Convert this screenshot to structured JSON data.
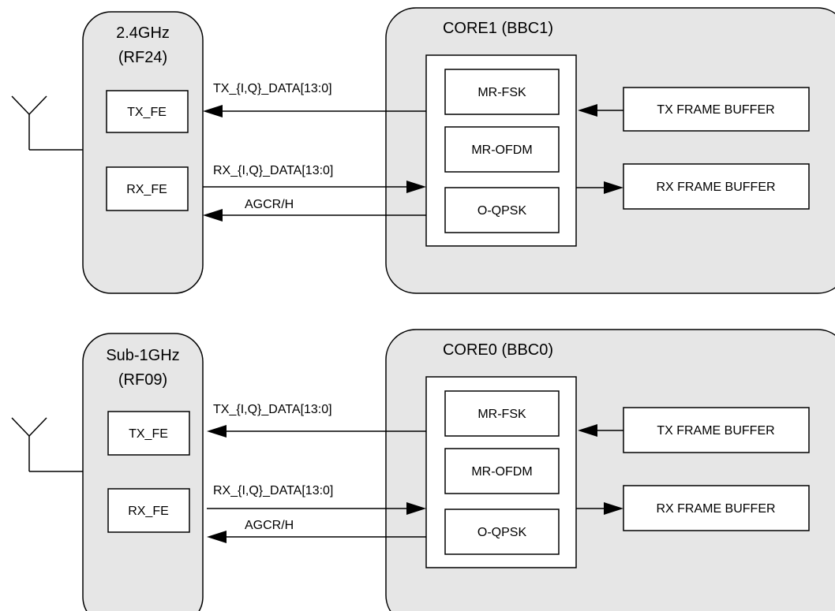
{
  "upper": {
    "rf_title_line1": "2.4GHz",
    "rf_title_line2": "(RF24)",
    "tx_fe": "TX_FE",
    "rx_fe": "RX_FE",
    "core_title": "CORE1 (BBC1)",
    "mr_fsk": "MR-FSK",
    "mr_ofdm": "MR-OFDM",
    "o_qpsk": "O-QPSK",
    "tx_frame_buffer": "TX FRAME BUFFER",
    "rx_frame_buffer": "RX FRAME BUFFER",
    "tx_data_label": "TX_{I,Q}_DATA[13:0]",
    "rx_data_label": "RX_{I,Q}_DATA[13:0]",
    "agc_label": "AGCR/H"
  },
  "lower": {
    "rf_title_line1": "Sub-1GHz",
    "rf_title_line2": "(RF09)",
    "tx_fe": "TX_FE",
    "rx_fe": "RX_FE",
    "core_title": "CORE0 (BBC0)",
    "mr_fsk": "MR-FSK",
    "mr_ofdm": "MR-OFDM",
    "o_qpsk": "O-QPSK",
    "tx_frame_buffer": "TX FRAME BUFFER",
    "rx_frame_buffer": "RX FRAME BUFFER",
    "tx_data_label": "TX_{I,Q}_DATA[13:0]",
    "rx_data_label": "RX_{I,Q}_DATA[13:0]",
    "agc_label": "AGCR/H"
  }
}
